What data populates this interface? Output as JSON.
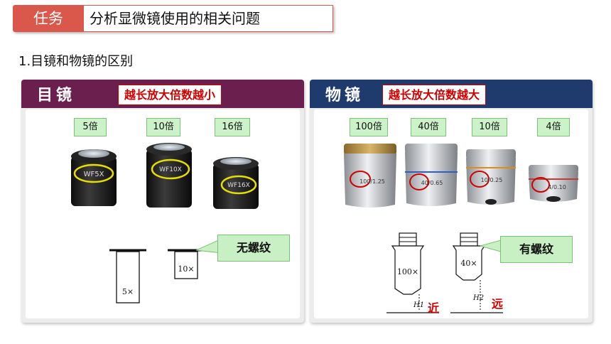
{
  "header": {
    "tag": "任务",
    "title": "分析显微镜使用的相关问题"
  },
  "section_heading": "1.目镜和物镜的区别",
  "eyepiece": {
    "title": "目镜",
    "slogan": "越长放大倍数越小",
    "magnifications": [
      "5倍",
      "10倍",
      "16倍"
    ],
    "lens_labels": [
      "WF5X",
      "WF10X",
      "WF16X"
    ],
    "thread_callout": "无螺纹",
    "diagram_labels": [
      "5×",
      "10×"
    ]
  },
  "objective": {
    "title": "物镜",
    "slogan": "越长放大倍数越大",
    "magnifications": [
      "100倍",
      "40倍",
      "10倍",
      "4倍"
    ],
    "lens_labels": [
      "100/1.25",
      "40/0.65",
      "10/0.25",
      "4/0.10"
    ],
    "thread_callout": "有螺纹",
    "diagram_labels": [
      "100×",
      "40×"
    ],
    "distance_labels": [
      "H1",
      "H2"
    ],
    "near": "近",
    "far": "远"
  },
  "colors": {
    "tag_red": "#d9584b",
    "eyepiece_header": "#6a1f4e",
    "objective_header": "#1f3b6e",
    "highlight": "#e6de00",
    "callout_green": "#c9f0c4"
  }
}
